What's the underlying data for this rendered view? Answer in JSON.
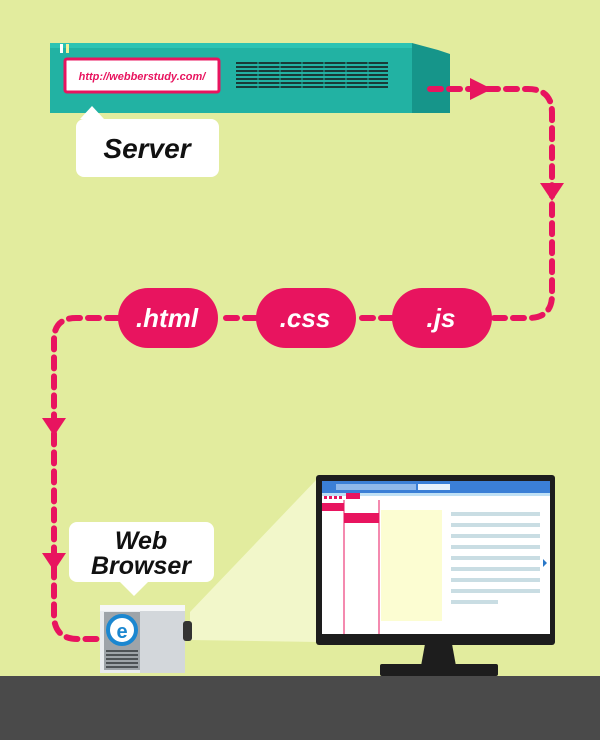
{
  "server": {
    "url": "http://webberstudy.com/",
    "label": "Server"
  },
  "files": [
    {
      "label": ".html"
    },
    {
      "label": ".css"
    },
    {
      "label": ".js"
    }
  ],
  "browser": {
    "label_line1": "Web",
    "label_line2": "Browser"
  },
  "colors": {
    "background": "#e2ec9e",
    "accent": "#e8145f",
    "server_teal": "#22b2a3",
    "floor": "#4a4a4a"
  }
}
